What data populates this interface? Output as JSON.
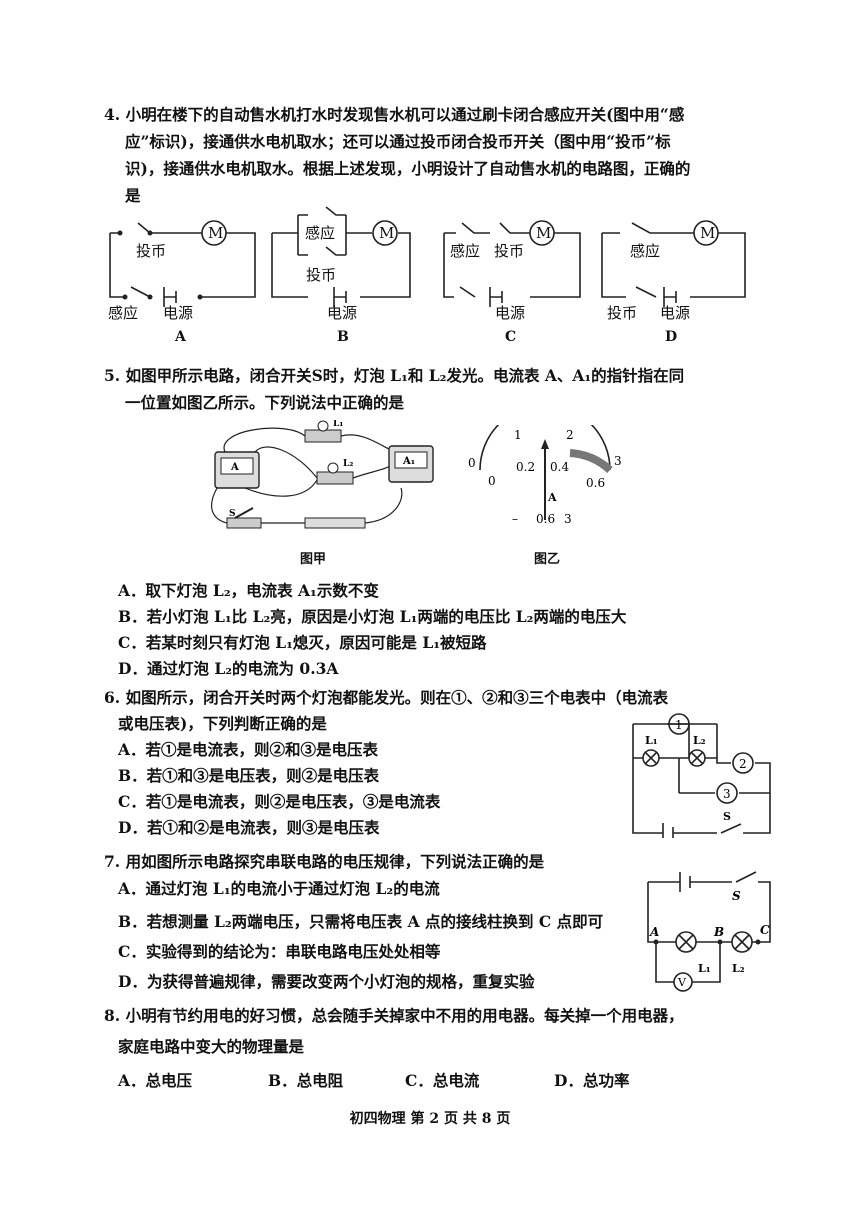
{
  "q4": {
    "lines": [
      "4. 小明在楼下的自动售水机打水时发现售水机可以通过刷卡闭合感应开关(图中用“感",
      "应”标识)，接通供水电机取水；还可以通过投币闭合投币开关（图中用“投币”标",
      "识)，接通供水电机取水。根据上述发现，小明设计了自动售水机的电路图，正确的",
      "是"
    ],
    "motor": "M",
    "coin": "投币",
    "sense": "感应",
    "power": "电源",
    "labels": [
      "A",
      "B",
      "C",
      "D"
    ]
  },
  "q5": {
    "lines": [
      "5. 如图甲所示电路，闭合开关S时，灯泡 L₁和 L₂发光。电流表 A、A₁的指针指在同",
      "一位置如图乙所示。下列说法中正确的是"
    ],
    "fig_a": {
      "caption": "图甲",
      "meter_a": "A",
      "meter_a1": "A₁",
      "l1": "L₁",
      "l2": "L₂",
      "s": "S"
    },
    "fig_b": {
      "caption": "图乙",
      "upper": [
        "0",
        "1",
        "2",
        "3"
      ],
      "lower": [
        "0",
        "0.2",
        "0.4",
        "0.6"
      ],
      "unit": "A",
      "terminals": [
        "–",
        "0.6",
        "3"
      ]
    },
    "options": [
      "A．取下灯泡 L₂，电流表 A₁示数不变",
      "B．若小灯泡 L₁比 L₂亮，原因是小灯泡 L₁两端的电压比 L₂两端的电压大",
      "C．若某时刻只有灯泡 L₁熄灭，原因可能是 L₁被短路",
      "D．通过灯泡 L₂的电流为 0.3A"
    ]
  },
  "q6": {
    "lines": [
      "6. 如图所示，闭合开关时两个灯泡都能发光。则在①、②和③三个电表中（电流表",
      "或电压表)，下列判断正确的是"
    ],
    "options": [
      "A．若①是电流表，则②和③是电压表",
      "B．若①和③是电压表，则②是电压表",
      "C．若①是电流表，则②是电压表，③是电流表",
      "D．若①和②是电流表，则③是电压表"
    ],
    "fig": {
      "m1": "1",
      "m2": "2",
      "m3": "3",
      "l1": "L₁",
      "l2": "L₂",
      "s": "S"
    }
  },
  "q7": {
    "lines": [
      "7. 用如图所示电路探究串联电路的电压规律，下列说法正确的是"
    ],
    "options": [
      "A．通过灯泡 L₁的电流小于通过灯泡 L₂的电流",
      "B．若想测量 L₂两端电压，只需将电压表 A 点的接线柱换到 C 点即可",
      "C．实验得到的结论为：串联电路电压处处相等",
      "D．为获得普遍规律，需要改变两个小灯泡的规格，重复实验"
    ],
    "fig": {
      "s": "S",
      "a": "A",
      "b": "B",
      "c": "C",
      "v": "V",
      "l1": "L₁",
      "l2": "L₂"
    }
  },
  "q8": {
    "lines": [
      "8. 小明有节约用电的好习惯，总会随手关掉家中不用的用电器。每关掉一个用电器，",
      "家庭电路中变大的物理量是"
    ],
    "options": [
      "A．总电压",
      "B．总电阻",
      "C．总电流",
      "D．总功率"
    ]
  },
  "footer": "初四物理 第 2 页 共 8 页"
}
